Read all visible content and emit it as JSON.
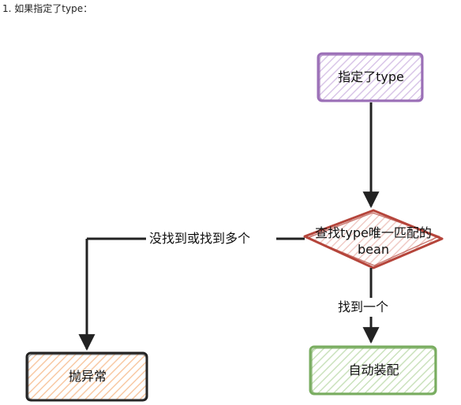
{
  "heading": "1. 如果指定了type：",
  "nodes": {
    "specified_type": "指定了type",
    "lookup_line1": "查找type唯一匹配的",
    "lookup_line2": "bean",
    "throw_exception": "抛异常",
    "autowire": "自动装配"
  },
  "edges": {
    "not_found_or_multiple": "没找到或找到多个",
    "found_one": "找到一个"
  },
  "colors": {
    "purple": "#9b6fb7",
    "red": "#b5453b",
    "orange": "#f2a06a",
    "green": "#79ad60",
    "dark": "#222222"
  }
}
